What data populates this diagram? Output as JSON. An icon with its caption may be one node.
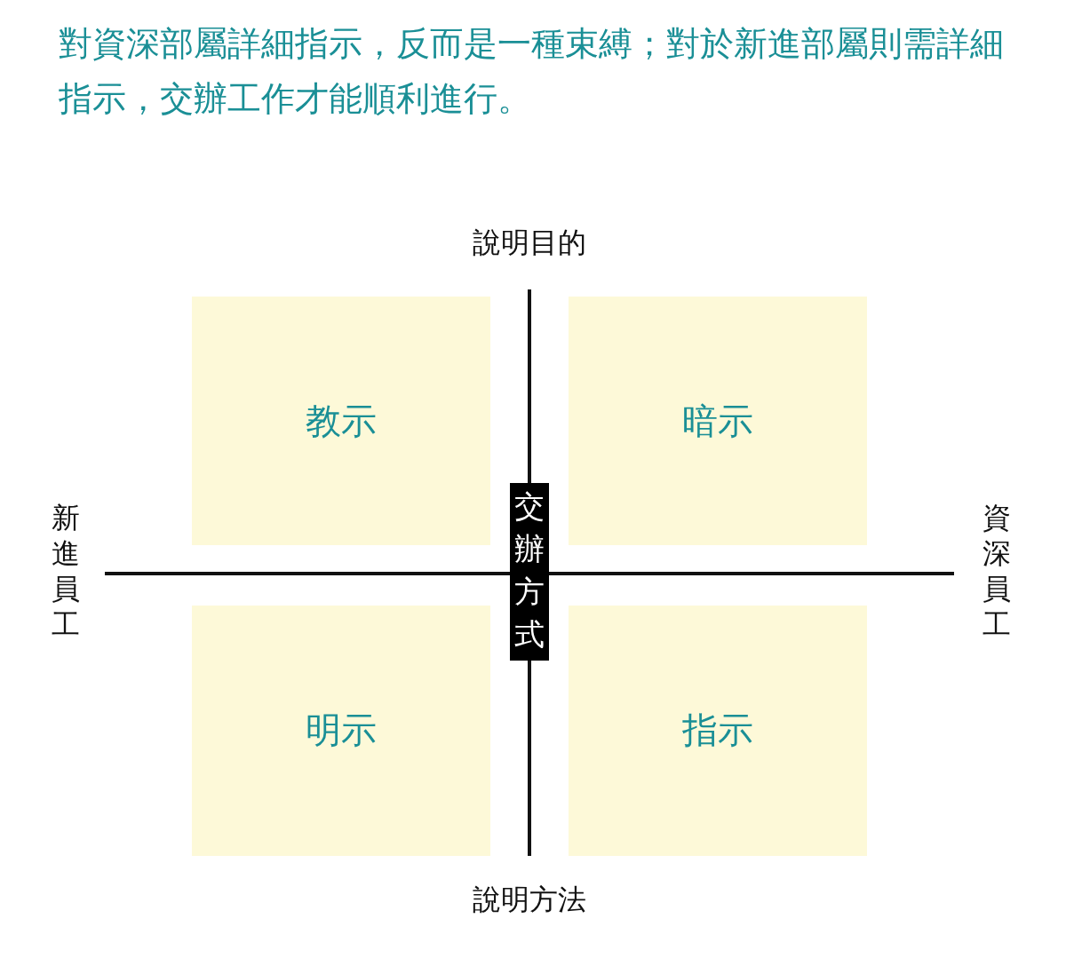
{
  "diagram": {
    "title": "對資深部屬詳細指示，反而是一種束縛；對於新進部屬則需詳細指示，交辦工作才能順利進行。",
    "nodes": [
      {
        "text": [
          "教示"
        ]
      },
      {
        "text": [
          "暗示"
        ]
      },
      {
        "text": [
          "明示"
        ]
      },
      {
        "text": [
          "指示"
        ]
      },
      {
        "text": [
          "交辦方式"
        ]
      }
    ],
    "edges": [],
    "labels": [
      "說明目的",
      "新進員工",
      "資深員工",
      "說明方法"
    ]
  }
}
